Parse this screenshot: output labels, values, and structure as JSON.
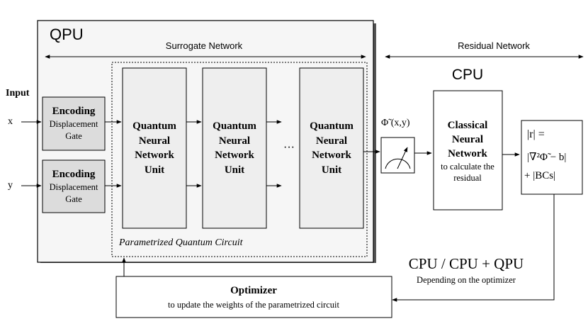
{
  "qpu": {
    "title": "QPU",
    "surrogate_network_label": "Surrogate Network",
    "circuit_label": "Parametrized Quantum Circuit"
  },
  "input": {
    "label": "Input",
    "x_label": "x",
    "y_label": "y"
  },
  "encoding": {
    "title": "Encoding",
    "subtitle": "Displacement\nGate"
  },
  "qnn_unit": {
    "label": "Quantum\nNeural\nNetwork\nUnit"
  },
  "ellipsis": "···",
  "phi_label": "Φ̃ (x,y)",
  "residual_network_label": "Residual Network",
  "cpu": {
    "title": "CPU",
    "classical_title": "Classical\nNeural\nNetwork",
    "classical_subtitle": "to calculate the\nresidual"
  },
  "residual_formula": {
    "line1": "|r|  =",
    "line2": "|∇²Φ̃ − b|",
    "line3": "+ |BCs|"
  },
  "cpu_qpu": {
    "title": "CPU / CPU + QPU",
    "subtitle": "Depending on the optimizer"
  },
  "optimizer": {
    "title": "Optimizer",
    "subtitle": "to update the weights of the parametrized circuit"
  }
}
